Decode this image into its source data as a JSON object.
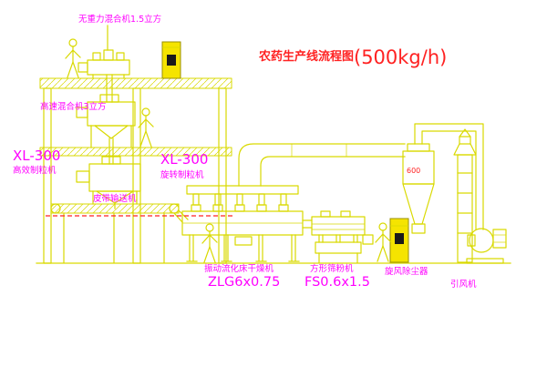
{
  "title": {
    "text": "农药生产线流程图",
    "capacity": "(500kg/h)"
  },
  "colors": {
    "line": "#d9d900",
    "label": "#ff00ff",
    "title": "#ff2222",
    "dash": "#ff2222",
    "cabinet-fill": "#f5e400",
    "cabinet-stroke": "#9a8f00",
    "dark": "#1a1a1a"
  },
  "equipment": {
    "gravityless_mixer": {
      "label": "无重力混合机1.5立方"
    },
    "high_speed_mixer": {
      "label": "高速混合机3立方"
    },
    "granulator_upper": {
      "model": "XL-300",
      "label": "高效制粒机"
    },
    "granulator_lower": {
      "model": "XL-300",
      "label": "旋转制粒机"
    },
    "belt_conveyor": {
      "label": "皮带输送机"
    },
    "fluid_bed_dryer": {
      "label": "振动流化床干燥机",
      "model": "ZLG6x0.75"
    },
    "square_sieve": {
      "label": "方形筛粉机",
      "model": "FS0.6x1.5"
    },
    "cyclone": {
      "label": "旋风除尘器",
      "dim": "600"
    },
    "fan": {
      "label": "引风机"
    }
  }
}
